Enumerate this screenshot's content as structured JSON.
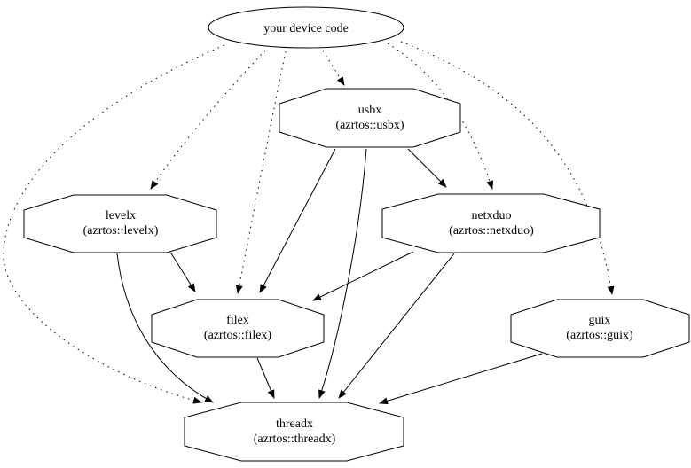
{
  "diagram": {
    "type": "dependency-graph",
    "colors": {
      "background": "#ffffff",
      "line": "#000000",
      "text": "#000000"
    },
    "nodes": {
      "device": {
        "label": "your device code",
        "shape": "ellipse"
      },
      "usbx": {
        "label": "usbx",
        "sublabel": "(azrtos::usbx)",
        "shape": "octagon"
      },
      "levelx": {
        "label": "levelx",
        "sublabel": "(azrtos::levelx)",
        "shape": "octagon"
      },
      "netxduo": {
        "label": "netxduo",
        "sublabel": "(azrtos::netxduo)",
        "shape": "octagon"
      },
      "filex": {
        "label": "filex",
        "sublabel": "(azrtos::filex)",
        "shape": "octagon"
      },
      "guix": {
        "label": "guix",
        "sublabel": "(azrtos::guix)",
        "shape": "octagon"
      },
      "threadx": {
        "label": "threadx",
        "sublabel": "(azrtos::threadx)",
        "shape": "octagon"
      }
    },
    "edges": [
      {
        "from": "your device code",
        "to": "usbx",
        "style": "dotted"
      },
      {
        "from": "your device code",
        "to": "levelx",
        "style": "dotted"
      },
      {
        "from": "your device code",
        "to": "filex",
        "style": "dotted"
      },
      {
        "from": "your device code",
        "to": "netxduo",
        "style": "dotted"
      },
      {
        "from": "your device code",
        "to": "guix",
        "style": "dotted"
      },
      {
        "from": "your device code",
        "to": "threadx",
        "style": "dotted"
      },
      {
        "from": "usbx",
        "to": "netxduo",
        "style": "solid"
      },
      {
        "from": "usbx",
        "to": "filex",
        "style": "solid"
      },
      {
        "from": "usbx",
        "to": "threadx",
        "style": "solid"
      },
      {
        "from": "levelx",
        "to": "filex",
        "style": "solid"
      },
      {
        "from": "levelx",
        "to": "threadx",
        "style": "solid"
      },
      {
        "from": "netxduo",
        "to": "filex",
        "style": "solid"
      },
      {
        "from": "netxduo",
        "to": "threadx",
        "style": "solid"
      },
      {
        "from": "filex",
        "to": "threadx",
        "style": "solid"
      },
      {
        "from": "guix",
        "to": "threadx",
        "style": "solid"
      }
    ]
  }
}
